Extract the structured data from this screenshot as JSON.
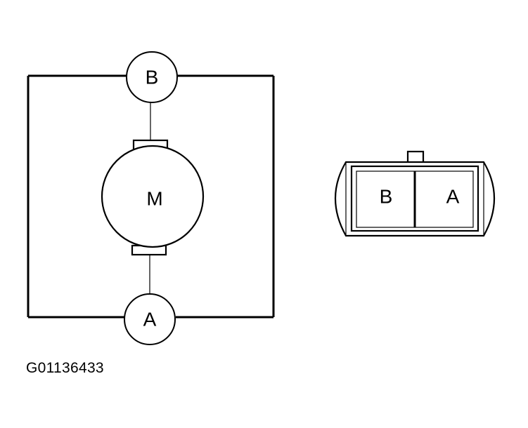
{
  "motor": {
    "label": "M",
    "terminal_top": "B",
    "terminal_bottom": "A"
  },
  "connector": {
    "cavity_left": "B",
    "cavity_right": "A"
  },
  "figure_id": "G01136433"
}
